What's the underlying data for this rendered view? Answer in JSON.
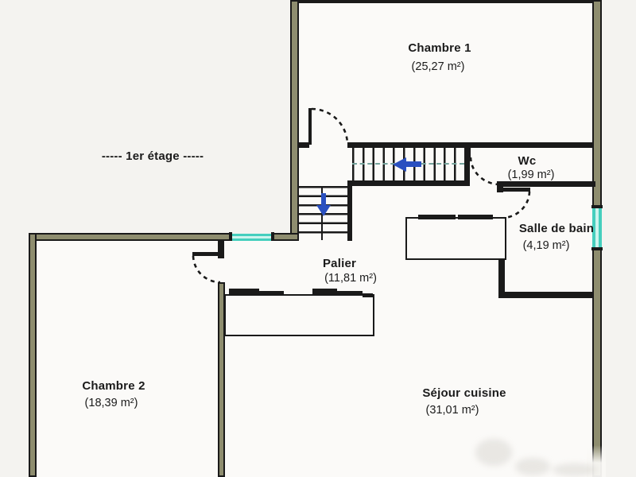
{
  "floor_label": "-----  1er étage  -----",
  "rooms": [
    {
      "id": "chambre-1",
      "name": "Chambre 1",
      "area": "(25,27 m²)"
    },
    {
      "id": "wc",
      "name": "Wc",
      "area": "(1,99 m²)"
    },
    {
      "id": "salle-de-bain",
      "name": "Salle de bain",
      "area": "(4,19 m²)"
    },
    {
      "id": "palier",
      "name": "Palier",
      "area": "(11,81 m²)"
    },
    {
      "id": "chambre-2",
      "name": "Chambre 2",
      "area": "(18,39 m²)"
    },
    {
      "id": "sejour-cuisine",
      "name": "Séjour cuisine",
      "area": "(31,01 m²)"
    }
  ],
  "colors": {
    "background": "#f4f3f0",
    "room_fill": "#fbfaf8",
    "outer_wall_fill": "#8e8d6f",
    "wall_line": "#1a1a1a",
    "window_teal": "#45cfbe",
    "stair_arrow_blue": "#2a50c0",
    "stair_dash_line": "#74a29b"
  },
  "icons": {
    "stair_arrow_up_flight": "left-arrow-icon",
    "stair_arrow_down_flight": "down-arrow-icon",
    "door_swings": "dashed-quarter-arc"
  }
}
